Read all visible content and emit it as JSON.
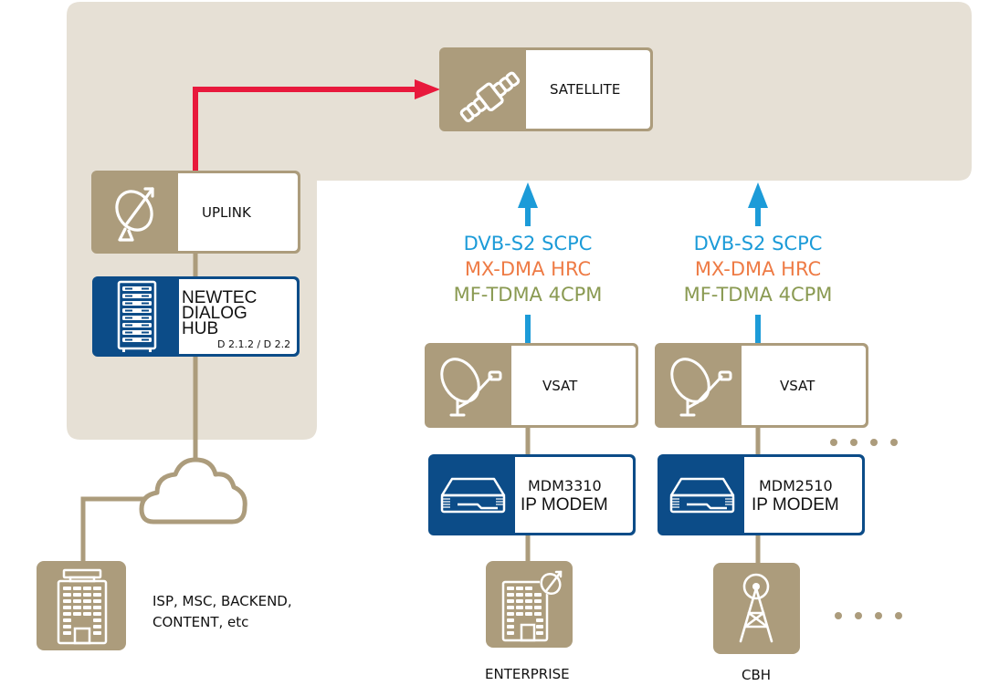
{
  "colors": {
    "panel_bg": "#e6e0d5",
    "tan": "#ac9c7c",
    "brand_blue": "#0c4c88",
    "uplink_arrow": "#e8193c",
    "return_arrow": "#1c9bd8",
    "proto_dvb": "#1c9bd8",
    "proto_mx": "#ee7b45",
    "proto_mf": "#8a9a52"
  },
  "nodes": {
    "satellite": {
      "label": "SATELLITE",
      "icon": "satellite-icon"
    },
    "uplink": {
      "label": "UPLINK",
      "icon": "satellite-dish-icon"
    },
    "hub": {
      "label_lines": [
        "NEWTEC",
        "DIALOG",
        "HUB"
      ],
      "version": "D 2.1.2 / D 2.2",
      "icon": "server-rack-icon"
    },
    "vsat_1": {
      "label": "VSAT",
      "icon": "vsat-dish-icon"
    },
    "vsat_2": {
      "label": "VSAT",
      "icon": "vsat-dish-icon"
    },
    "modem_1": {
      "label_lines": [
        "MDM3310",
        "IP MODEM"
      ],
      "icon": "modem-icon"
    },
    "modem_2": {
      "label_lines": [
        "MDM2510",
        "IP MODEM"
      ],
      "icon": "modem-icon"
    }
  },
  "protocols": {
    "left": [
      "DVB-S2 SCPC",
      "MX-DMA HRC",
      "MF-TDMA 4CPM"
    ],
    "right": [
      "DVB-S2 SCPC",
      "MX-DMA HRC",
      "MF-TDMA 4CPM"
    ]
  },
  "endpoints": {
    "backend": {
      "caption_lines": [
        "ISP, MSC, BACKEND,",
        "CONTENT, etc"
      ],
      "icon": "office-building-icon"
    },
    "enterprise": {
      "caption": "ENTERPRISE",
      "icon": "enterprise-building-dish-icon"
    },
    "cbh": {
      "caption": "CBH",
      "icon": "cell-tower-icon"
    }
  },
  "cloud": {
    "icon": "cloud-icon"
  },
  "ellipsis": {
    "icon": "more-dots-icon"
  }
}
